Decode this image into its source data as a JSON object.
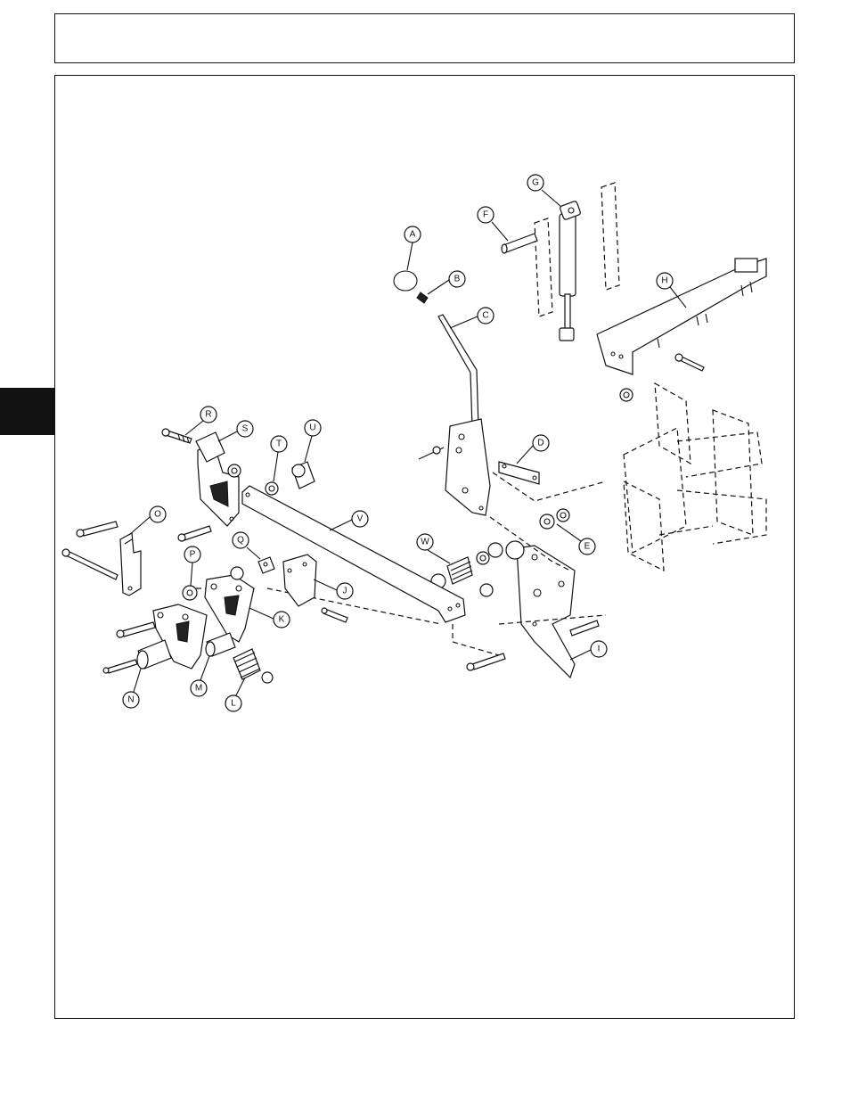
{
  "header": {
    "title": ""
  },
  "side_tab": {
    "label": ""
  },
  "figure": {
    "callouts": [
      {
        "id": "A",
        "label": "A"
      },
      {
        "id": "B",
        "label": "B"
      },
      {
        "id": "C",
        "label": "C"
      },
      {
        "id": "D",
        "label": "D"
      },
      {
        "id": "E",
        "label": "E"
      },
      {
        "id": "F",
        "label": "F"
      },
      {
        "id": "G",
        "label": "G"
      },
      {
        "id": "H",
        "label": "H"
      },
      {
        "id": "I",
        "label": "I"
      },
      {
        "id": "J",
        "label": "J"
      },
      {
        "id": "K",
        "label": "K"
      },
      {
        "id": "L",
        "label": "L"
      },
      {
        "id": "M",
        "label": "M"
      },
      {
        "id": "N",
        "label": "N"
      },
      {
        "id": "O",
        "label": "O"
      },
      {
        "id": "P",
        "label": "P"
      },
      {
        "id": "Q",
        "label": "Q"
      },
      {
        "id": "R",
        "label": "R"
      },
      {
        "id": "S",
        "label": "S"
      },
      {
        "id": "T",
        "label": "T"
      },
      {
        "id": "U",
        "label": "U"
      },
      {
        "id": "V",
        "label": "V"
      },
      {
        "id": "W",
        "label": "W"
      }
    ]
  }
}
